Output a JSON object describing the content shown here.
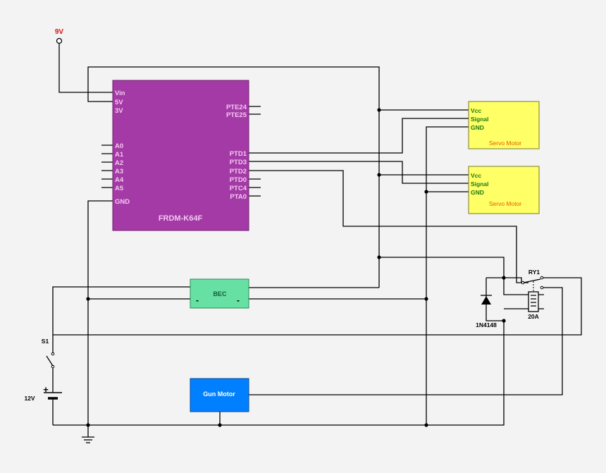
{
  "power": {
    "supply_9v": "9V",
    "battery_voltage": "12V",
    "battery_plus": "+"
  },
  "board": {
    "name": "FRDM-K64F",
    "left_pins": [
      "Vin",
      "5V",
      "3V",
      "A0",
      "A1",
      "A2",
      "A3",
      "A4",
      "A5",
      "GND"
    ],
    "right_pins": [
      "PTE24",
      "PTE25",
      "PTD1",
      "PTD3",
      "PTD2",
      "PTD0",
      "PTC4",
      "PTA0"
    ]
  },
  "servo_1": {
    "title": "Servo Motor",
    "pins": [
      "Vcc",
      "Signal",
      "GND"
    ]
  },
  "servo_2": {
    "title": "Servo Motor",
    "pins": [
      "Vcc",
      "Signal",
      "GND"
    ]
  },
  "bec": {
    "name": "BEC",
    "minus_left": "-",
    "minus_right": "-"
  },
  "gun_motor": {
    "name": "Gun Motor"
  },
  "relay": {
    "name": "RY1",
    "rating": "20A"
  },
  "diode": {
    "name": "1N4148"
  },
  "switch": {
    "name": "S1"
  },
  "colors": {
    "board": "#a43aa5",
    "servo": "#ffff66",
    "bec": "#66e0a3",
    "gun_motor": "#0080ff",
    "supply_label": "#e01010",
    "servo_pin_text": "#1d7a12",
    "servo_title": "#e85a00"
  }
}
